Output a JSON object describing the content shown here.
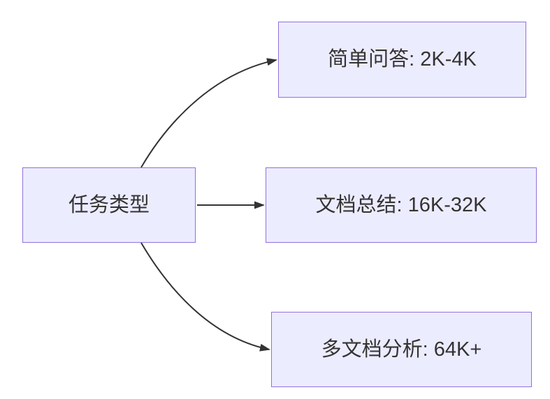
{
  "diagram": {
    "type": "flowchart",
    "direction": "left-to-right",
    "root": {
      "label": "任务类型"
    },
    "children": [
      {
        "label": "简单问答: 2K-4K"
      },
      {
        "label": "文档总结: 16K-32K"
      },
      {
        "label": "多文档分析: 64K+"
      }
    ],
    "edges": [
      {
        "from": "任务类型",
        "to": "简单问答: 2K-4K"
      },
      {
        "from": "任务类型",
        "to": "文档总结: 16K-32K"
      },
      {
        "from": "任务类型",
        "to": "多文档分析: 64K+"
      }
    ]
  },
  "colors": {
    "node_fill": "#ECECFF",
    "node_border": "#9370DB",
    "edge": "#333333",
    "text": "#333333",
    "background": "#FFFFFF"
  }
}
